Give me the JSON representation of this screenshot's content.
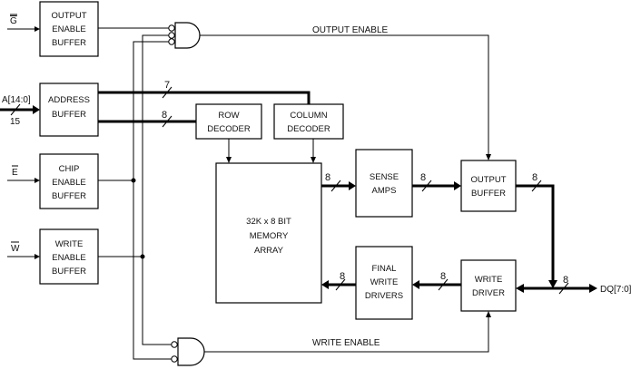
{
  "blocks": {
    "output_enable_buffer": [
      "OUTPUT",
      "ENABLE",
      "BUFFER"
    ],
    "address_buffer": [
      "ADDRESS",
      "BUFFER"
    ],
    "chip_enable_buffer": [
      "CHIP",
      "ENABLE",
      "BUFFER"
    ],
    "write_enable_buffer": [
      "WRITE",
      "ENABLE",
      "BUFFER"
    ],
    "row_decoder": [
      "ROW",
      "DECODER"
    ],
    "column_decoder": [
      "COLUMN",
      "DECODER"
    ],
    "memory_array": [
      "32K x 8 BIT",
      "MEMORY",
      "ARRAY"
    ],
    "sense_amps": [
      "SENSE",
      "AMPS"
    ],
    "final_write_drivers": [
      "FINAL",
      "WRITE",
      "DRIVERS"
    ],
    "output_buffer": [
      "OUTPUT",
      "BUFFER"
    ],
    "write_driver": [
      "WRITE",
      "DRIVER"
    ]
  },
  "signals": {
    "g_bar": "G",
    "address_bus": "A[14:0]",
    "address_width": "15",
    "e_bar": "E",
    "w_bar": "W",
    "data_bus": "DQ[7:0]",
    "output_enable": "OUTPUT ENABLE",
    "write_enable": "WRITE ENABLE"
  },
  "bus_widths": {
    "column": "7",
    "row": "8",
    "array_to_sense": "8",
    "sense_to_output": "8",
    "output_to_dq": "8",
    "dq_node": "8",
    "write_driver_to_final": "8",
    "final_to_array": "8"
  }
}
